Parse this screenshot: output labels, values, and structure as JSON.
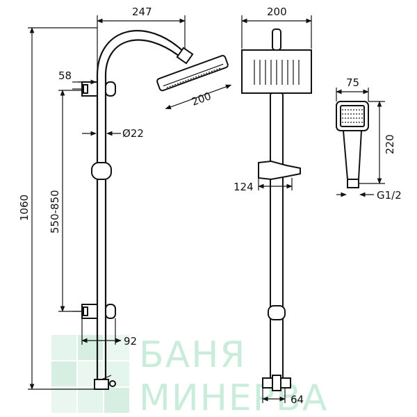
{
  "dimensions": {
    "arm_reach": "247",
    "head_size_top": "200",
    "head_size_diagonal": "200",
    "bracket_offset": "58",
    "pipe_diameter": "Ø22",
    "total_height": "1060",
    "bracket_spacing": "550-850",
    "bottom_offset": "92",
    "holder_width": "124",
    "hand_width": "75",
    "hand_length": "220",
    "thread": "G1/2",
    "valve_width": "64"
  },
  "watermark": {
    "line1": "БАНЯ",
    "line2": "МИНЕРВА"
  },
  "colors": {
    "line": "#111111",
    "watermark": "#b9e6cf"
  }
}
